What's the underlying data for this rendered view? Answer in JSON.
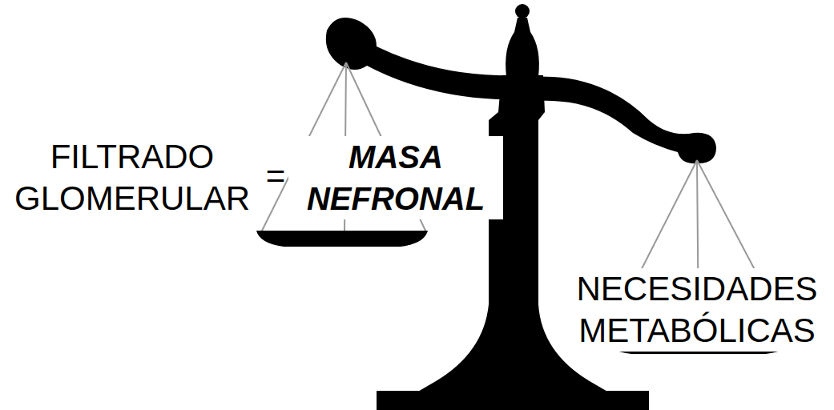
{
  "diagram": {
    "labels": [
      "FILTRADO GLOMERULAR",
      "=",
      "MASA NEFRONAL",
      "NECESIDADES METABÓLICAS"
    ]
  }
}
